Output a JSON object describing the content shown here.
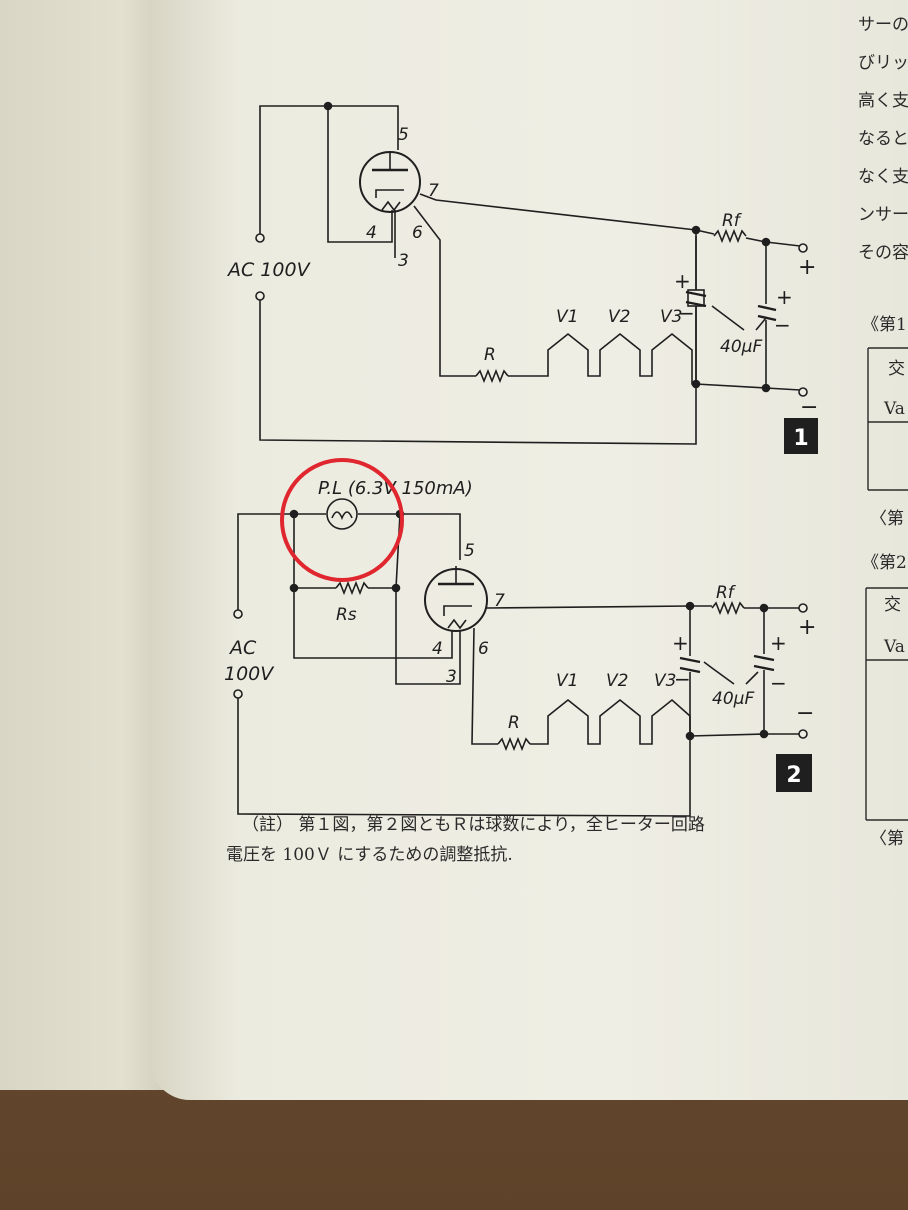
{
  "figure1": {
    "number": "1",
    "source": "AC 100V",
    "pins": {
      "p5": "5",
      "p7": "7",
      "p4": "4",
      "p6": "6",
      "p3": "3"
    },
    "rf": "Rf",
    "r": "R",
    "v1": "V1",
    "v2": "V2",
    "v3": "V3",
    "cap": "40μF",
    "plus": "+",
    "minus": "−"
  },
  "figure2": {
    "number": "2",
    "source_line1": "AC",
    "source_line2": "100V",
    "pilot_lamp": "P.L (6.3V 150mA)",
    "rs": "Rs",
    "pins": {
      "p5": "5",
      "p7": "7",
      "p4": "4",
      "p6": "6",
      "p3": "3"
    },
    "rf": "Rf",
    "r": "R",
    "v1": "V1",
    "v2": "V2",
    "v3": "V3",
    "cap": "40μF",
    "plus": "+",
    "minus": "−"
  },
  "note": {
    "line1": "（註） 第１図，第２図ともＲは球数により，全ヒーター回路",
    "line2": "電圧を 100Ｖ にするための調整抵抗."
  },
  "side_text": [
    "サーの",
    "びリッ",
    "高く支",
    "なると",
    "なく支",
    "ンサー",
    "その容"
  ],
  "side_labels": [
    "《第1",
    "交",
    "Va",
    "〈第",
    "《第2",
    "交",
    "Va",
    "〈第"
  ],
  "colors": {
    "ink": "#1f1f1f",
    "highlight": "#e0262e"
  }
}
